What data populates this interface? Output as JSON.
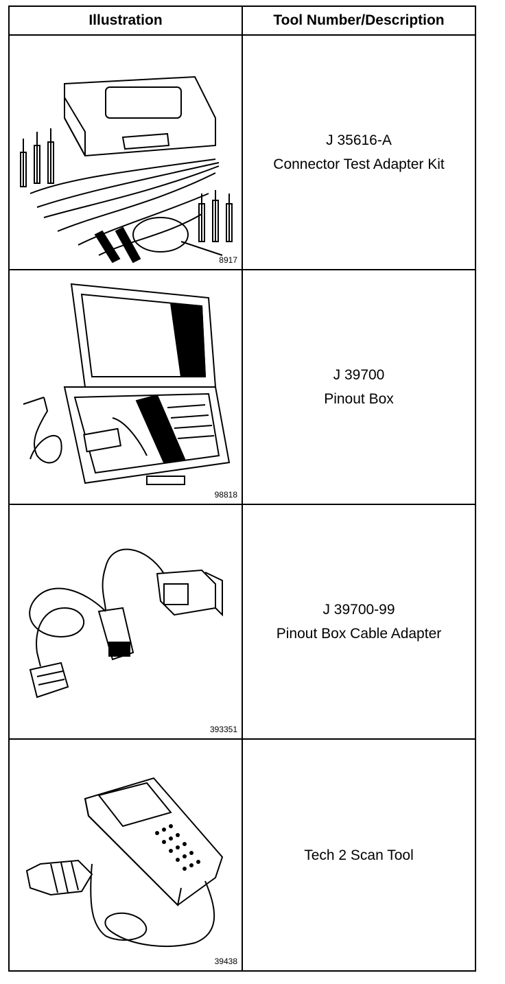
{
  "table": {
    "header": {
      "illustration": "Illustration",
      "description": "Tool Number/Description"
    },
    "rows": [
      {
        "figure_number": "8917",
        "tool_number": "J 35616-A",
        "description": "Connector Test Adapter Kit",
        "icon": "test-adapter-kit-icon"
      },
      {
        "figure_number": "98818",
        "tool_number": "J 39700",
        "description": "Pinout Box",
        "icon": "pinout-box-icon"
      },
      {
        "figure_number": "393351",
        "tool_number": "J 39700-99",
        "description": "Pinout Box Cable Adapter",
        "icon": "cable-adapter-icon"
      },
      {
        "figure_number": "39438",
        "tool_number": "",
        "description": "Tech 2 Scan Tool",
        "icon": "scan-tool-icon"
      }
    ]
  }
}
